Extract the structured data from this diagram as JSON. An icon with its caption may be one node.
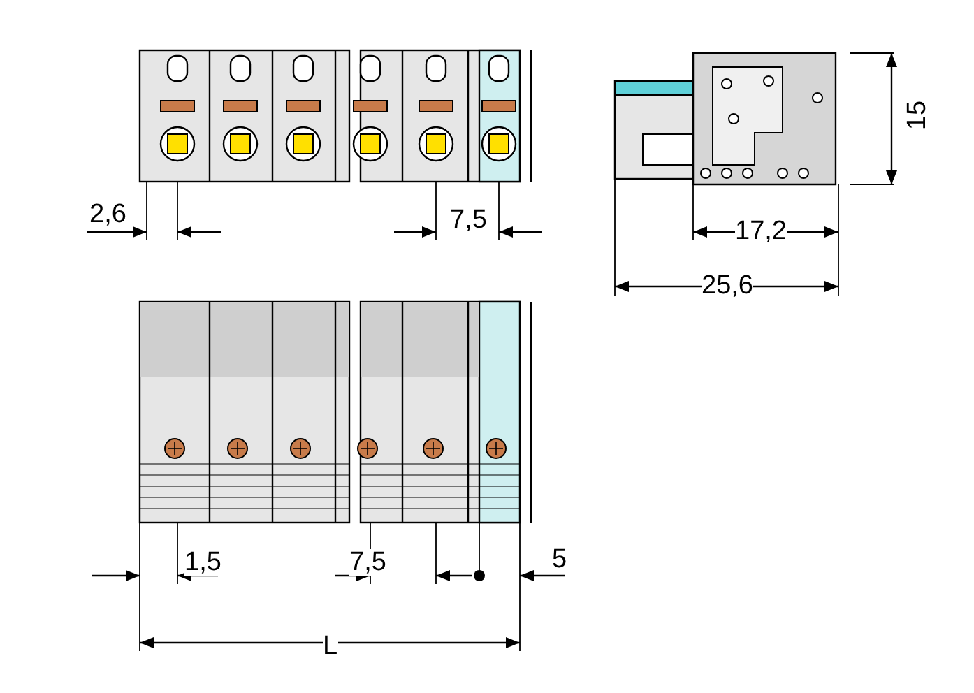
{
  "diagram": {
    "labels": [
      "15",
      "2,6",
      "7,5",
      "17,2",
      "25,6",
      "1,5",
      "7,5",
      "5",
      "L"
    ]
  }
}
